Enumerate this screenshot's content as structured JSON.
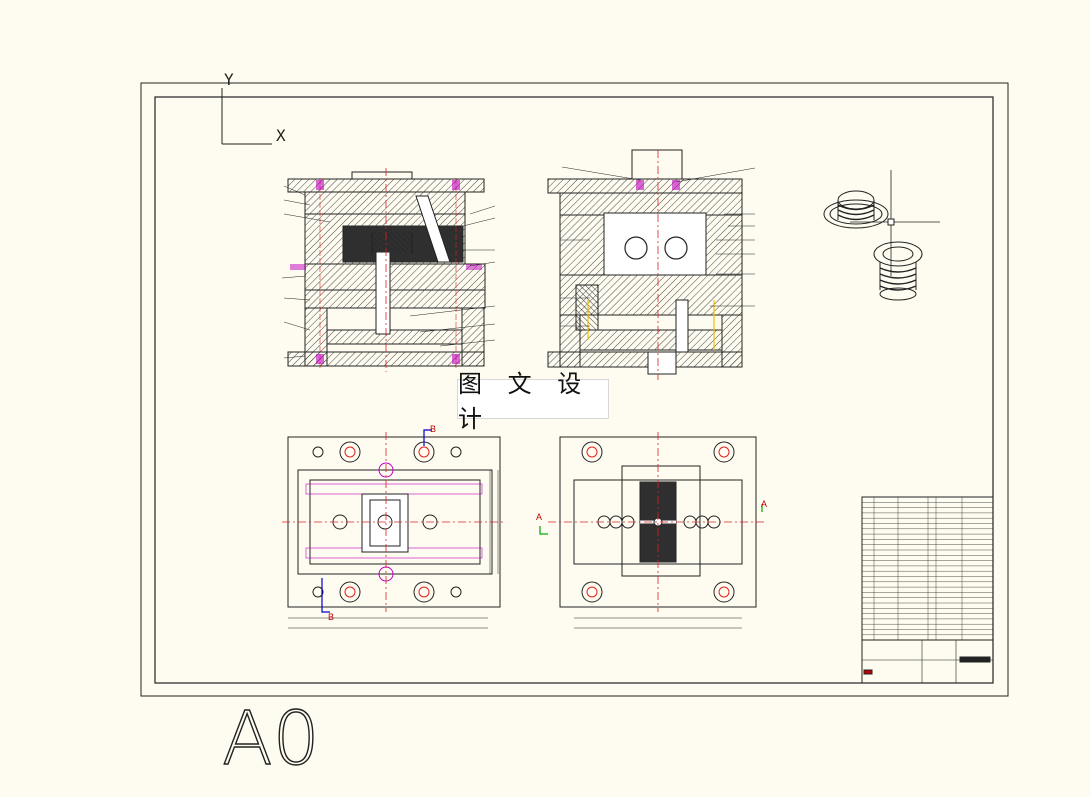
{
  "watermark_text": "图 文 设 计",
  "sheet_size_label": "A0",
  "ucs": {
    "y_label": "Y",
    "x_label": "X"
  },
  "section_markers": {
    "a_left": "A",
    "a_right": "A",
    "b_top": "B",
    "b_bottom": "B"
  },
  "colors": {
    "background": "#fefcf0",
    "line": "#1a1a1a",
    "centerline": "#e02020",
    "leader": "#c000c0",
    "hatch": "#333333",
    "marker": "#0000cc",
    "highlight": "#f0c000"
  },
  "technical_notes_lines": [
    "",
    "",
    "",
    "",
    "",
    "",
    "",
    ""
  ],
  "icons": [
    "ucs-axis-icon",
    "cup-3d-model-icon"
  ]
}
